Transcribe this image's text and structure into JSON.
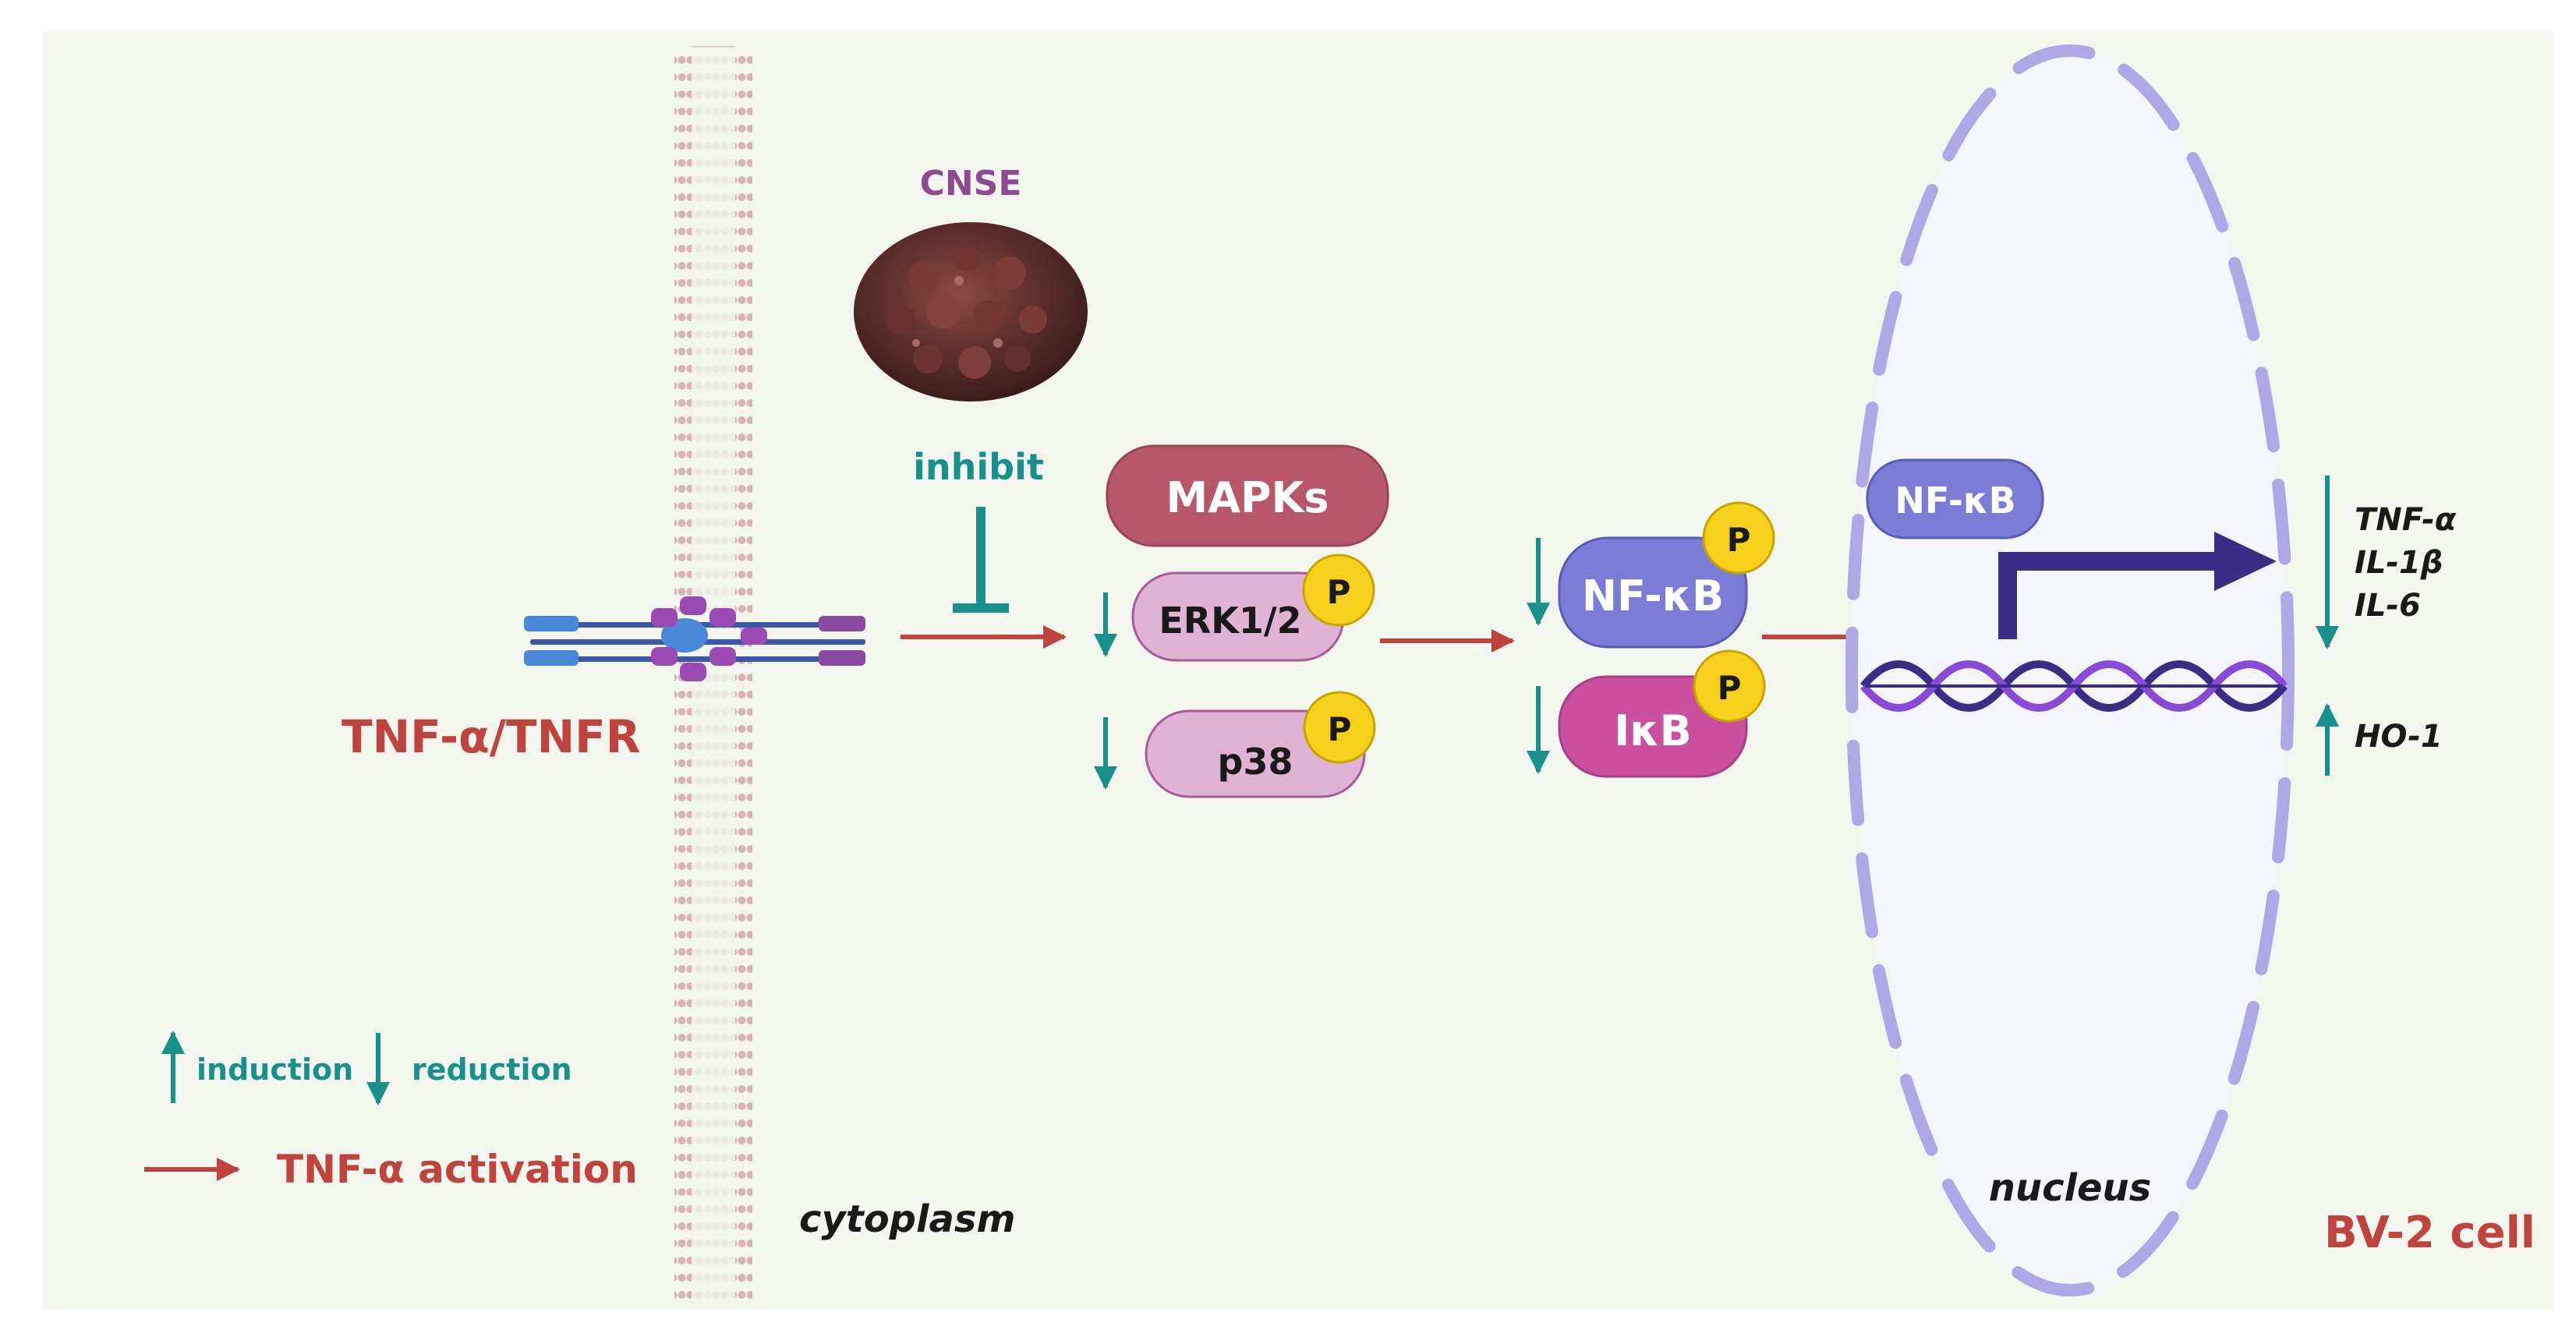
{
  "colors": {
    "panel": "#f2f6ef",
    "red": "#c0443e",
    "teal": "#19908a",
    "purple_text": "#8e4a91",
    "mapk": "#b8566a",
    "mapk_pink": "#e0b3d5",
    "nfkb": "#7b7cd6",
    "ikb": "#cb4f9f",
    "phospho": "#f7d01e",
    "nucleus_fill": "#f4f6fb",
    "nucleus_segment": "#b0a7e6",
    "dark_arrow": "#3b2c86",
    "membrane": "#d9b7b7"
  },
  "labels": {
    "cnse": "CNSE",
    "inhibit": "inhibit",
    "mapks": "MAPKs",
    "erk": "ERK1/2",
    "p38": "p38",
    "phospho": "P",
    "nfkb_cyto": "NF-κB",
    "ikb": "IκB",
    "nfkb_nuc": "NF-κB",
    "receptor": "TNF-α/TNFR",
    "cytoplasm": "cytoplasm",
    "nucleus": "nucleus",
    "cell": "BV-2 cell"
  },
  "genes_reduced": [
    "TNF-α",
    "IL-1β",
    "IL-6"
  ],
  "genes_induced": [
    "HO-1"
  ],
  "legend": {
    "induction": "induction",
    "reduction": "reduction",
    "activation": "TNF-α activation"
  }
}
